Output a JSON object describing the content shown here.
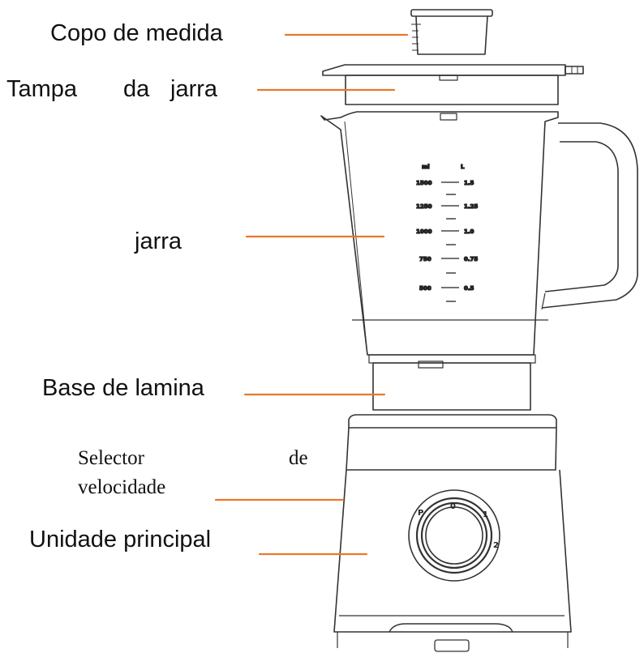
{
  "labels": {
    "copo": "Copo de medida",
    "tampa_1": "Tampa",
    "tampa_2": "da",
    "tampa_3": "jarra",
    "jarra": "jarra",
    "base": "Base de lamina",
    "selector_1": "Selector",
    "selector_2": "de",
    "selector_3": "velocidade",
    "unidade": "Unidade principal"
  },
  "scale": {
    "ml_header": "ml",
    "l_header": "L",
    "ml_values": [
      "1500",
      "1250",
      "1000",
      "750",
      "500"
    ],
    "l_values": [
      "1.5",
      "1.25",
      "1.0",
      "0.75",
      "0.5"
    ]
  },
  "dial": {
    "mark_p": "P",
    "mark_0": "0",
    "mark_1": "1",
    "mark_2": "2"
  },
  "colors": {
    "leader_line": "#e8782a",
    "outline": "#333333"
  }
}
